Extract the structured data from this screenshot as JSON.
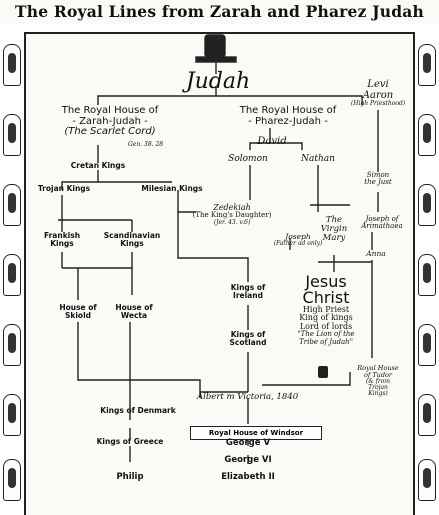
{
  "title": "The Royal Lines from Zarah and Pharez Judah",
  "judah": "Judah",
  "levi": {
    "name": "Levi",
    "aaron": "Aaron",
    "note": "(High Priesthood)"
  },
  "zarah": {
    "line1": "The Royal House of",
    "line2": "- Zarah-Judah -",
    "line3": "(The Scarlet Cord)",
    "ref": "Gen. 38. 28"
  },
  "pharez": {
    "line1": "The Royal House of",
    "line2": "- Pharez-Judah -"
  },
  "david": "David",
  "solomon": "Solomon",
  "nathan": "Nathan",
  "simon": {
    "line1": "Simon",
    "line2": "the Just"
  },
  "cretan": "Cretan Kings",
  "trojan": "Trojan Kings",
  "milesian": "Milesian Kings",
  "frankish": {
    "line1": "Frankish",
    "line2": "Kings"
  },
  "scandinavian": {
    "line1": "Scandinavian",
    "line2": "Kings"
  },
  "zedekiah": {
    "line1": "Zedekiah",
    "line2": "(The King's Daughter)",
    "ref": "(Jer. 43. v.6)"
  },
  "joseph": {
    "name": "Joseph",
    "note": "(Father ad only)"
  },
  "virgin_mary": {
    "line1": "The",
    "line2": "Virgin",
    "line3": "Mary"
  },
  "joseph_arimathaea": {
    "line1": "Joseph of",
    "line2": "Arimathaea"
  },
  "anna": "Anna",
  "ireland": {
    "line1": "Kings of",
    "line2": "Ireland"
  },
  "scotland": {
    "line1": "Kings of",
    "line2": "Scotland"
  },
  "jesus": {
    "line1": "Jesus",
    "line2": "Christ",
    "line3": "High Priest",
    "line4": "King of kings",
    "line5": "Lord of lords",
    "line6": "\"The Lion of the",
    "line7": "Tribe of Judah\""
  },
  "skiold": {
    "line1": "House of",
    "line2": "Skiold"
  },
  "wecta": {
    "line1": "House of",
    "line2": "Wecta"
  },
  "tudor": {
    "line1": "Royal House",
    "line2": "of Tudor",
    "note1": "(& from",
    "note2": "Trojan",
    "note3": "Kings)"
  },
  "denmark": "Kings of Denmark",
  "albert": "Albert m Victoria, 1840",
  "windsor": "Royal House of Windsor",
  "greece": "Kings of Greece",
  "george5": "George V",
  "george6": "George VI",
  "elizabeth": "Elizabeth II",
  "philip": "Philip"
}
